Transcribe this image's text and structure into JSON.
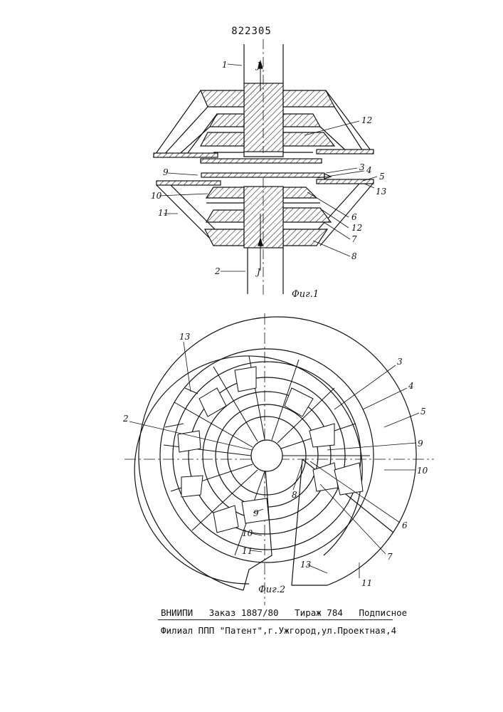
{
  "patent_number": "822305",
  "fig1": {
    "caption": "Фиг.1",
    "current_label": "J",
    "labels": [
      "1",
      "12",
      "3",
      "4",
      "5",
      "13",
      "9",
      "10",
      "11",
      "6",
      "12",
      "7",
      "8",
      "2"
    ]
  },
  "fig2": {
    "caption": "Фиг.2",
    "labels": [
      "13",
      "2",
      "3",
      "4",
      "5",
      "9",
      "10",
      "8",
      "6",
      "7",
      "9",
      "10",
      "11",
      "13",
      "11"
    ]
  },
  "footer": {
    "line1": "ВНИИПИ   Заказ 1887/80   Тираж 784   Подписное",
    "line2": "Филиал ППП \"Патент\",г.Ужгород,ул.Проектная,4"
  }
}
